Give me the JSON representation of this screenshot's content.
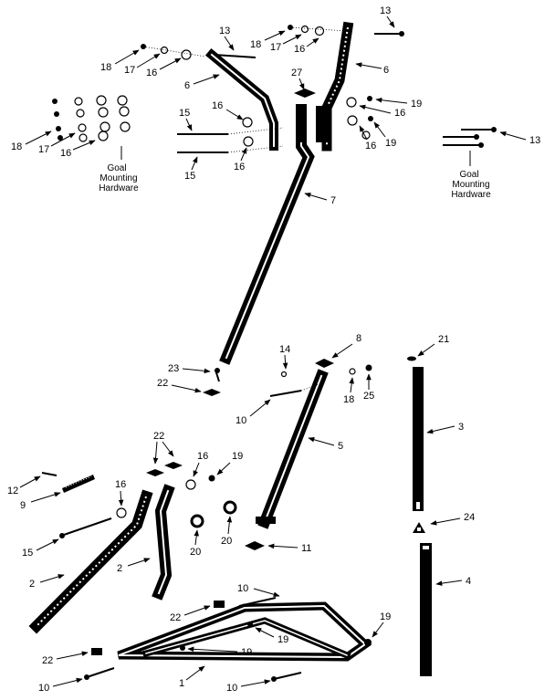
{
  "hardware_caption_left": [
    "Goal",
    "Mounting",
    "Hardware"
  ],
  "hardware_caption_right": [
    "Goal",
    "Mounting",
    "Hardware"
  ],
  "callouts": {
    "c13_top": "13",
    "c6_left": "6",
    "c6_right": "6",
    "c7": "7",
    "c27": "27",
    "c18_top": "18",
    "c17_top": "17",
    "c16_top": "16",
    "c18_tl": "18",
    "c17_tl": "17",
    "c16_tl": "16",
    "c15_a": "15",
    "c15_b": "15",
    "c16_a": "16",
    "c16_b": "16",
    "c18_l": "18",
    "c17_l": "17",
    "c16_l": "16",
    "c19_a": "19",
    "c16_r": "16",
    "c16_r2": "16",
    "c19_b": "19",
    "c13_r": "13",
    "c14": "14",
    "c8": "8",
    "c21": "21",
    "c23": "23",
    "c22_a": "22",
    "c18_m": "18",
    "c25": "25",
    "c10_a": "10",
    "c5": "5",
    "c3": "3",
    "c22_b": "22",
    "c16_m": "16",
    "c19_m": "19",
    "c12": "12",
    "c9": "9",
    "c16_n": "16",
    "c15_c": "15",
    "c20_a": "20",
    "c20_b": "20",
    "c11": "11",
    "c24": "24",
    "c2_a": "2",
    "c2_b": "2",
    "c4": "4",
    "c10_b": "10",
    "c22_c": "22",
    "c19_c": "19",
    "c19_d": "19",
    "c19_e": "19",
    "c22_d": "22",
    "c10_c": "10",
    "c1": "1",
    "c10_d": "10"
  }
}
